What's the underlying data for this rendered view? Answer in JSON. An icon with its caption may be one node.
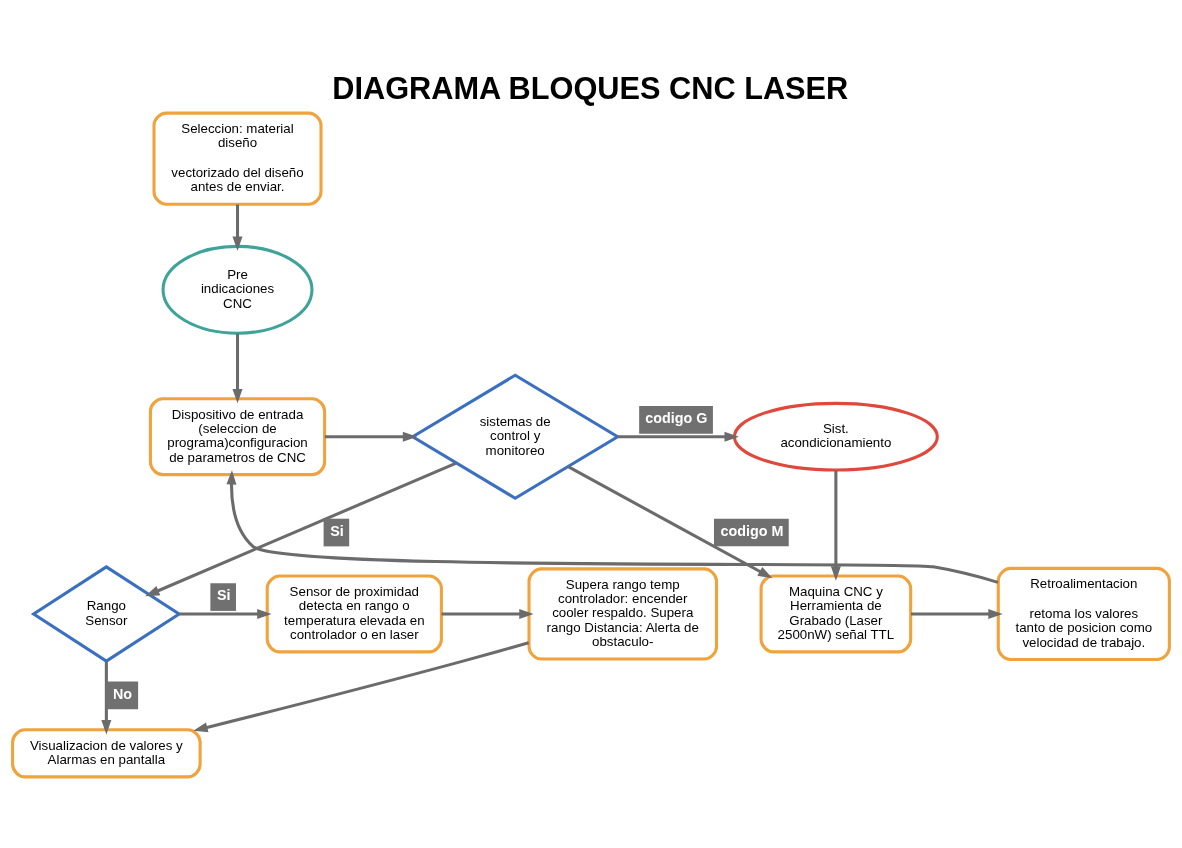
{
  "diagram": {
    "title": "DIAGRAMA BLOQUES CNC LASER",
    "nodes": [
      {
        "text": [
          "Seleccion: material diseño",
          "vectorizado del diseño antes de enviar."
        ]
      },
      {
        "text": [
          "Pre indicaciones CNC"
        ]
      },
      {
        "text": [
          "Dispositivo de entrada (seleccion de programa)configuracion de parametros de CNC"
        ]
      },
      {
        "text": [
          "sistemas de control y monitoreo"
        ]
      },
      {
        "text": [
          "Rango Sensor"
        ]
      },
      {
        "text": [
          "Visualizacion de valores y Alarmas en pantalla"
        ]
      },
      {
        "text": [
          "Sensor de proximidad detecta en rango o temperatura elevada en controlador o en laser"
        ]
      },
      {
        "text": [
          "Supera rango temp controlador: encender cooler respaldo. Supera rango Distancia: Alerta de obstaculo-"
        ]
      },
      {
        "text": [
          "Sist. acondicionamiento"
        ]
      },
      {
        "text": [
          "Maquina CNC y Herramienta de Grabado (Laser 2500nW) señal TTL"
        ]
      },
      {
        "text": [
          "Retroalimentacion",
          "retoma los valores tanto de posicion como velocidad de trabajo."
        ]
      }
    ],
    "edges": [
      {
        "from": 0,
        "to": 1,
        "arrow": "to"
      },
      {
        "from": 1,
        "to": 2,
        "arrow": "to"
      },
      {
        "from": 2,
        "to": 3,
        "arrow": "to"
      },
      {
        "from": 3,
        "to": 4,
        "arrow": "to",
        "label": "Si"
      },
      {
        "from": 4,
        "to": 5,
        "arrow": "to",
        "label": "No"
      },
      {
        "from": 4,
        "to": 6,
        "arrow": "to",
        "label": "Si"
      },
      {
        "from": 6,
        "to": 7,
        "arrow": "to"
      },
      {
        "from": 7,
        "to": 5,
        "arrow": "to"
      },
      {
        "from": 3,
        "to": 8,
        "arrow": "to",
        "label": "codigo G"
      },
      {
        "from": 3,
        "to": 9,
        "arrow": "to",
        "label": "codigo M"
      },
      {
        "from": 8,
        "to": 9,
        "arrow": "to"
      },
      {
        "from": 9,
        "to": 10,
        "arrow": "to"
      },
      {
        "from": 10,
        "to": 2,
        "arrow": "to"
      }
    ]
  }
}
